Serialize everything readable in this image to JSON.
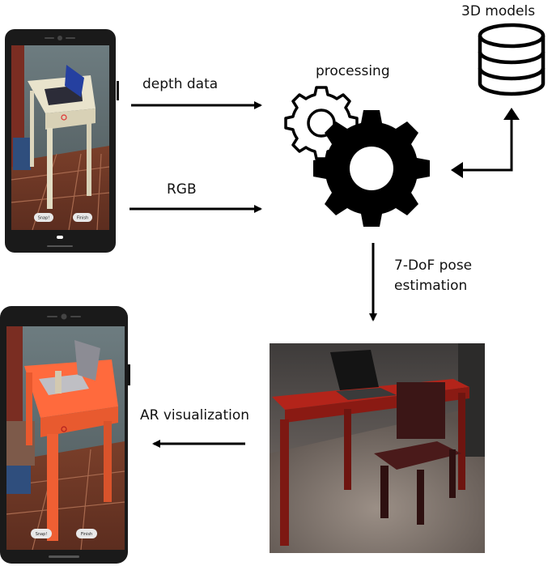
{
  "labels": {
    "depth_data": "depth data",
    "rgb": "RGB",
    "processing": "processing",
    "models": "3D models",
    "pose": [
      "7-DoF pose",
      "estimation"
    ],
    "ar": "AR visualization"
  },
  "phones": {
    "snap_label": "Snap!",
    "finish_label": "Finish"
  },
  "colors": {
    "arrow": "#000000",
    "ar_overlay": "#ff6a3d",
    "render_table": "#9e1f17",
    "floor_tile": "#8b4a32"
  }
}
